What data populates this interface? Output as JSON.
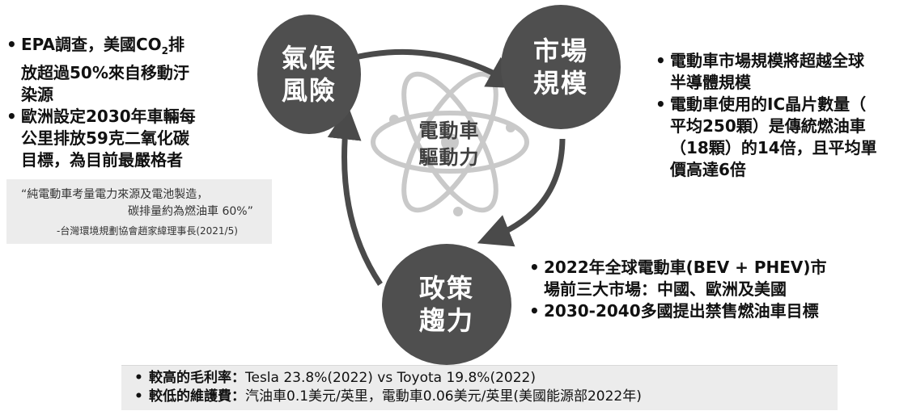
{
  "center": {
    "line1": "電動車",
    "line2": "驅動力"
  },
  "nodes": {
    "climate": {
      "line1": "氣候",
      "line2": "風險"
    },
    "market": {
      "line1": "市場",
      "line2": "規模"
    },
    "policy": {
      "line1": "政策",
      "line2": "趨力"
    }
  },
  "left_bullets": [
    {
      "line1_a": "EPA調查，美國CO",
      "line1_sub": "2",
      "line1_b": "排",
      "line2": "放超過50%來自移動汙",
      "line3": "染源"
    },
    {
      "line1": "歐洲設定2030年車輛每",
      "line2": "公里排放59克二氧化碳",
      "line3": "目標，為目前最嚴格者"
    }
  ],
  "quote": {
    "line1": "“純電動車考量電力來源及電池製造，",
    "line2": "碳排量約為燃油車 60%”",
    "source": "-台灣環境規劃協會趙家緯理事長(2021/5)"
  },
  "right_bullets": [
    {
      "line1": "電動車市場規模將超越全球",
      "line2": "半導體規模"
    },
    {
      "line1": "電動車使用的IC晶片數量（",
      "line2": "平均250顆）是傳統燃油車",
      "line3": "（18顆）的14倍，且平均單",
      "line4": "價高達6倍"
    }
  ],
  "policy_bullets": [
    {
      "line1": "2022年全球電動車(BEV + PHEV)市",
      "line2": "場前三大市場：中國、歐洲及美國"
    },
    {
      "line1": "2030-2040多國提出禁售燃油車目標"
    }
  ],
  "footer": [
    {
      "label": "較高的毛利率：",
      "text": "Tesla 23.8%(2022) vs Toyota 19.8%(2022)"
    },
    {
      "label": "較低的維護費：",
      "text": "汽油車0.1美元/英里，電動車0.06美元/英里(美國能源部2022年)"
    }
  ]
}
